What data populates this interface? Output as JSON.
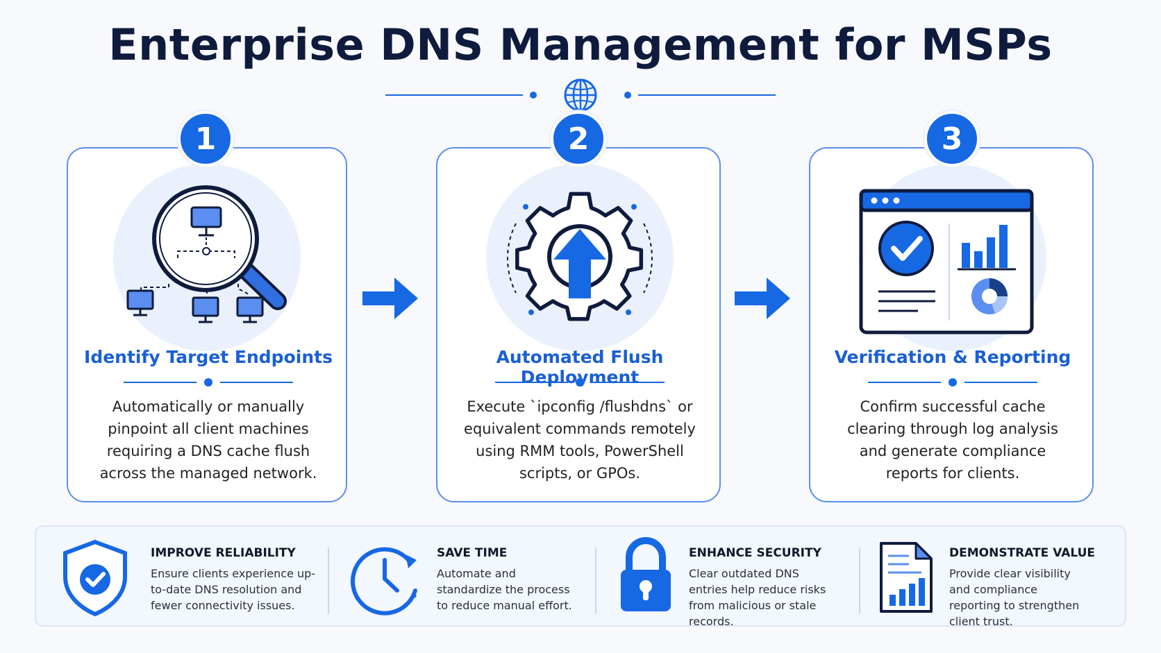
{
  "title": "Enterprise DNS Management for MSPs",
  "icons": {
    "header": "globe-icon"
  },
  "colors": {
    "primary": "#1668e3",
    "title": "#0f1b3d",
    "card_border": "#5b8ef0",
    "step_title": "#1a5fd4"
  },
  "steps": [
    {
      "number": "1",
      "title": "Identify Target Endpoints",
      "description": "Automatically or manually pinpoint all client machines requiring a DNS cache flush across the managed network.",
      "icon": "magnifier-network-icon"
    },
    {
      "number": "2",
      "title": "Automated Flush Deployment",
      "description": "Execute `ipconfig /flushdns` or equivalent commands remotely using RMM tools, PowerShell scripts, or GPOs.",
      "icon": "gear-upload-icon"
    },
    {
      "number": "3",
      "title": "Verification & Reporting",
      "description": "Confirm successful cache clearing through log analysis and generate compliance reports for clients.",
      "icon": "dashboard-report-icon"
    }
  ],
  "benefits": [
    {
      "title": "IMPROVE RELIABILITY",
      "text": "Ensure clients experience up-to-date DNS resolution and fewer connectivity issues.",
      "icon": "shield-check-icon"
    },
    {
      "title": "SAVE TIME",
      "text": "Automate and standardize the process to reduce manual effort.",
      "icon": "clock-icon"
    },
    {
      "title": "ENHANCE SECURITY",
      "text": "Clear outdated DNS entries help reduce risks from malicious or stale records.",
      "icon": "padlock-icon"
    },
    {
      "title": "DEMONSTRATE VALUE",
      "text": "Provide clear visibility and compliance reporting to strengthen client trust.",
      "icon": "report-document-icon"
    }
  ]
}
